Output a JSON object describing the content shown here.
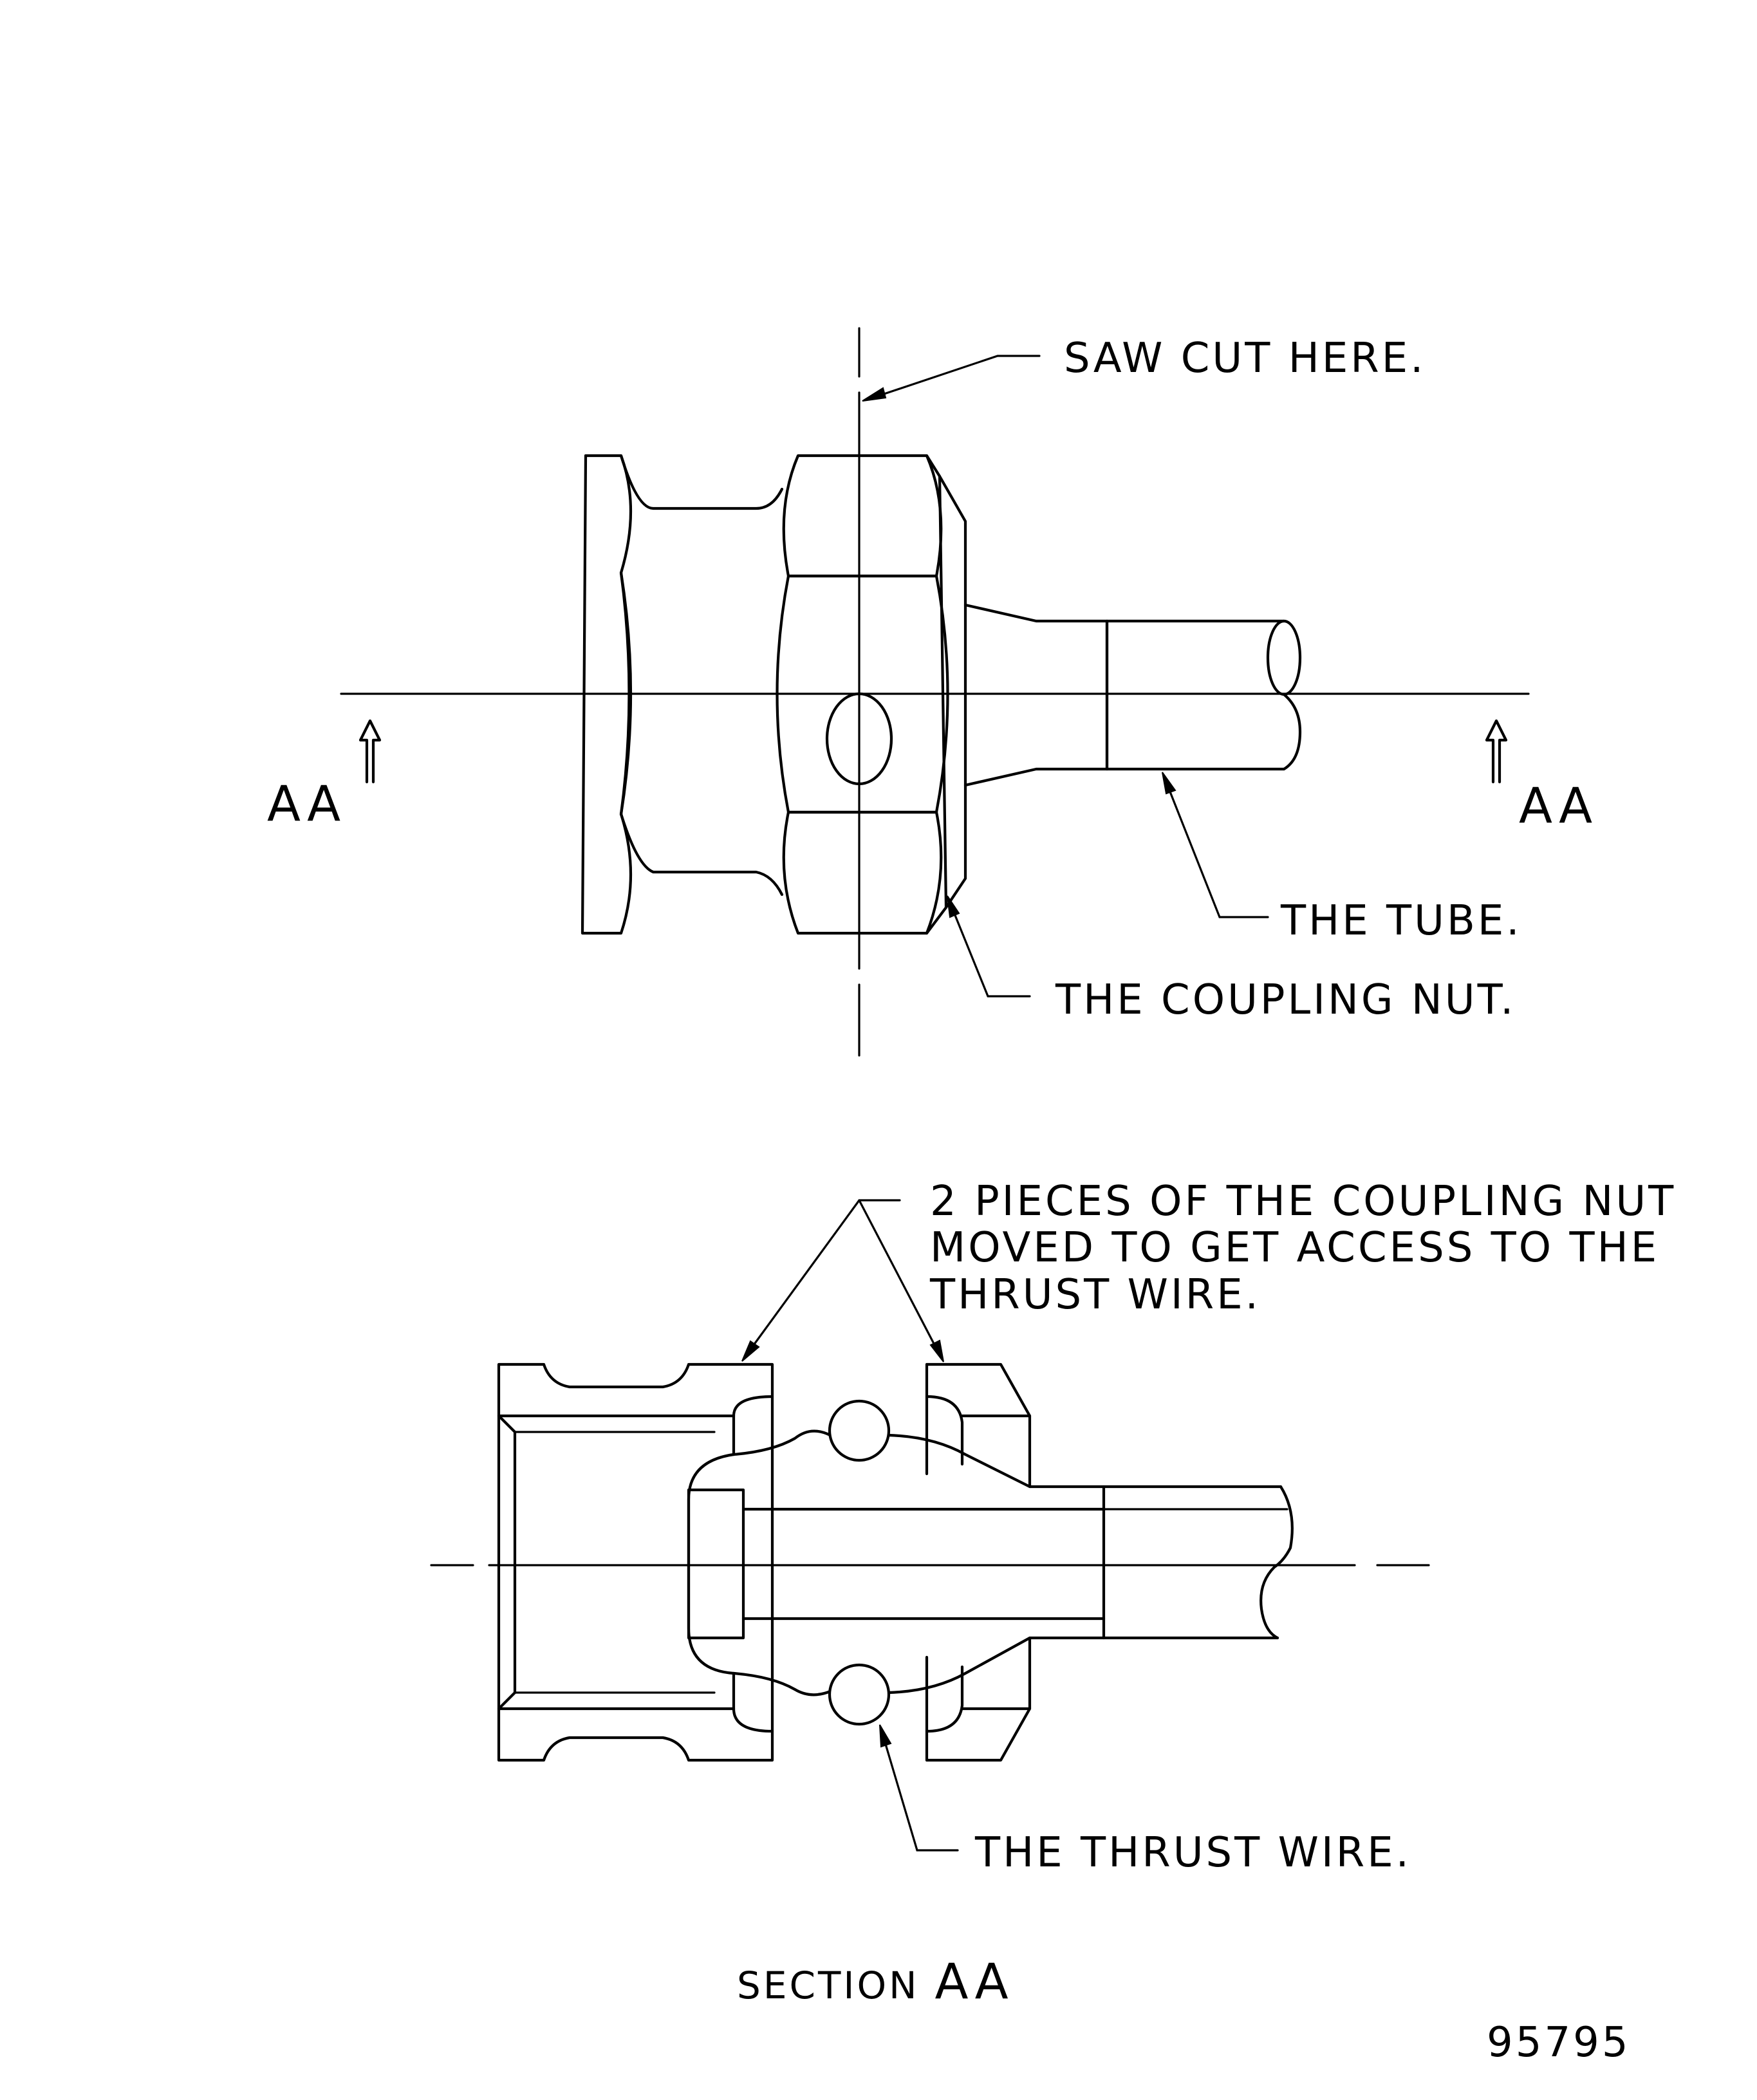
{
  "labels": {
    "saw_cut": "SAW CUT HERE.",
    "coupling_nut": "THE COUPLING NUT.",
    "tube": "THE TUBE.",
    "section_left": "AA",
    "section_right": "AA",
    "pieces_line1": "2 PIECES  OF THE COUPLING NUT",
    "pieces_line2": "MOVED TO GET ACCESS TO THE",
    "pieces_line3": "THRUST WIRE.",
    "thrust_wire": "THE THRUST WIRE.",
    "section_title_prefix": "SECTION",
    "section_title_suffix": "AA",
    "figure_number": "95795"
  }
}
